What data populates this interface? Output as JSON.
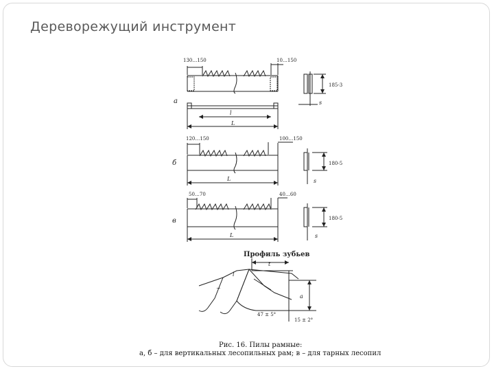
{
  "slide": {
    "title": "Дереворежущий инструмент"
  },
  "figure": {
    "saw_a": {
      "letter": "а",
      "dim_top_left": "130…150",
      "dim_top_right": "10…150",
      "dim_side": "185-3",
      "dim_thick": "s",
      "dim_inner": "l",
      "dim_total": "L"
    },
    "saw_b": {
      "letter": "б",
      "dim_top_left": "120…150",
      "dim_top_right": "100…150",
      "dim_side": "180-5",
      "dim_thick": "s",
      "dim_inner": "L"
    },
    "saw_c": {
      "letter": "в",
      "dim_top_left": "50…70",
      "dim_top_right": "40…60",
      "dim_side": "180-5",
      "dim_thick": "s",
      "dim_inner": "L"
    },
    "profile": {
      "title": "Профиль зубьев",
      "pitch": "t",
      "height": "a",
      "length": "l",
      "angle_label": "47 ± 5°",
      "angle_label2": "15 ± 2°",
      "tilde": "~"
    }
  },
  "caption": {
    "line1": "Рис. 16. Пилы рамные:",
    "line2": "а, б – для вертикальных лесопильных рам; в – для тарных лесопил"
  }
}
